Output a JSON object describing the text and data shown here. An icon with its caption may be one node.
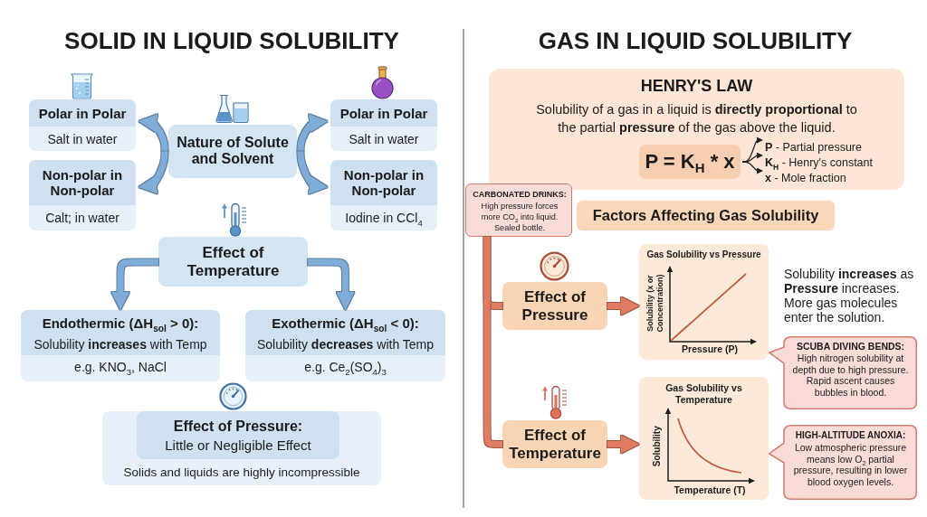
{
  "diagram": {
    "nodes": [
      {
        "text": [
          "Polar in Polar",
          "Salt in water"
        ]
      },
      {
        "text": [
          "Nature of Solute and Solvent"
        ]
      },
      {
        "text": [
          "Polar in Polar",
          "Salt in water"
        ]
      },
      {
        "text": [
          "Non-polar in Non-polar",
          "Calt; in water"
        ]
      },
      {
        "text": [
          "Non-polar in Non-polar",
          "Iodine in CCl$_{4}$"
        ]
      },
      {
        "text": [
          "Effect of Temperature"
        ]
      },
      {
        "text": [
          "Endothermic (ΔH$_{sol}$ > 0):",
          "Solubility **increases** with Temp",
          "e.g. KNO$_{3}$, NaCl"
        ]
      },
      {
        "text": [
          "Exothermic (ΔH$_{sol}$ < 0):",
          "Solubility **decreases** with Temp",
          "e.g. Ce$_{2}$(SO$_{4}$)$_{3}$"
        ]
      },
      {
        "text": [
          "Solids and liquids are highly incompressible"
        ]
      },
      {
        "text": [
          "Effect of Pressure:",
          "Little or Negligible Effect"
        ],
        "in": 8
      },
      {
        "text": [
          "HENRY'S LAW",
          "Solubility of a gas in a liquid is **directly proportional** to the partial **pressure** of the gas above the liquid."
        ]
      },
      {
        "text": [
          "P = K$_{H}$ * x"
        ],
        "in": 10
      },
      {
        "text": [
          "**P** - Partial pressure"
        ],
        "in": 10
      },
      {
        "text": [
          "**K$_{H}$** - Henry's constant"
        ],
        "in": 10
      },
      {
        "text": [
          "**x** - Mole fraction"
        ],
        "in": 10
      },
      {
        "text": [
          "CARBONATED DRINKS:",
          "High pressure forces more CO$_{2}$ into liquid. Sealed bottle."
        ]
      },
      {
        "text": [
          "Factors Affecting Gas Solubility"
        ]
      },
      {
        "text": [
          "Effect of Pressure"
        ]
      },
      {
        "text": [
          "Gas Solubility vs Pressure",
          "Solubility (x or Concentration)",
          "Pressure (P)"
        ]
      },
      {
        "text": [
          "SCUBA DIVING BENDS:",
          "High nitrogen solubility at depth due to high pressure. Rapid ascent causes bubbles in blood."
        ]
      },
      {
        "text": [
          "Effect of Temperature"
        ]
      },
      {
        "text": [
          "Gas Solubility vs Temperature",
          "Solubility",
          "Temperature (T)"
        ]
      },
      {
        "text": [
          "HIGH-ALTITUDE ANOXIA:",
          "Low atmospheric pressure means low O$_{2}$ partial pressure, resulting in lower blood oxygen levels."
        ]
      }
    ],
    "edges": [
      {
        "from": 1,
        "to": 0,
        "arrow": "to"
      },
      {
        "from": 1,
        "to": 3,
        "arrow": "to"
      },
      {
        "from": 1,
        "to": 2,
        "arrow": "to"
      },
      {
        "from": 1,
        "to": 4,
        "arrow": "to"
      },
      {
        "from": 5,
        "to": 6,
        "arrow": "to"
      },
      {
        "from": 5,
        "to": 7,
        "arrow": "to"
      },
      {
        "from": 11,
        "to": 12,
        "arrow": "to",
        "color": "#222222"
      },
      {
        "from": 11,
        "to": 13,
        "arrow": "to",
        "color": "#222222"
      },
      {
        "from": 11,
        "to": 14,
        "arrow": "to",
        "color": "#222222"
      },
      {
        "from": 15,
        "to": 17,
        "arrow": "none",
        "color": "#e07b62"
      },
      {
        "from": 15,
        "to": 20,
        "arrow": "none",
        "color": "#e07b62"
      },
      {
        "from": 17,
        "to": 18,
        "arrow": "to",
        "color": "#e07b62"
      },
      {
        "from": 20,
        "to": 21,
        "arrow": "to",
        "color": "#e07b62"
      }
    ],
    "labels": [
      "SOLID IN LIQUID SOLUBILITY",
      "GAS IN LIQUID SOLUBILITY",
      "Solubility **increases** as **Pressure** increases. More gas molecules enter the solution."
    ]
  }
}
